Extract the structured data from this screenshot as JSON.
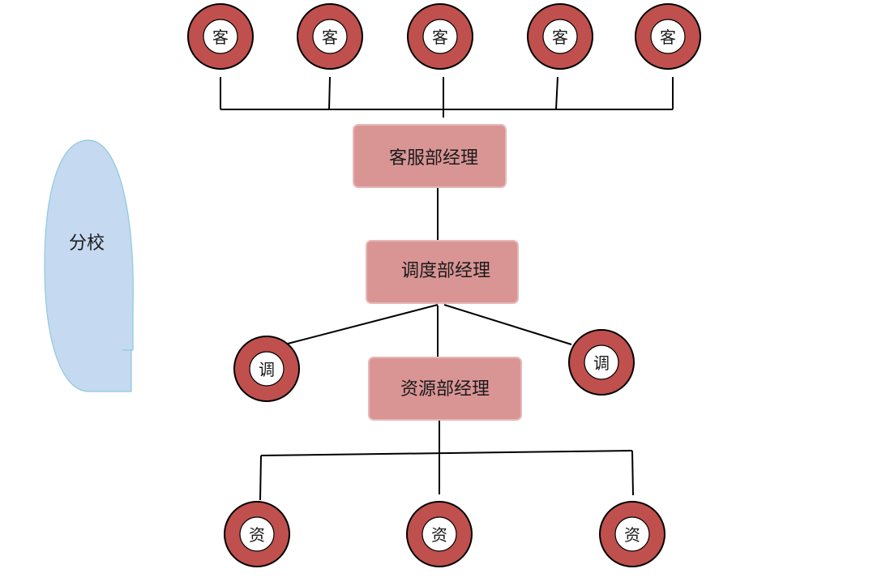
{
  "branch": {
    "label": "分校"
  },
  "managers": [
    {
      "id": "cs",
      "label": "客服部经理"
    },
    {
      "id": "dispatch",
      "label": "调度部经理"
    },
    {
      "id": "resource",
      "label": "资源部经理"
    }
  ],
  "staff": {
    "customer_service": [
      "客",
      "客",
      "客",
      "客",
      "客"
    ],
    "dispatch": [
      "调",
      "调"
    ],
    "resource": [
      "资",
      "资",
      "资"
    ]
  },
  "colors": {
    "node_ring": "#c0504d",
    "node_center": "#ffffff",
    "manager_fill": "#d99594",
    "manager_border": "#e6b8b7",
    "branch_fill": "#c5d9f1",
    "branch_stroke": "#8ec9dc",
    "line": "#000000"
  }
}
